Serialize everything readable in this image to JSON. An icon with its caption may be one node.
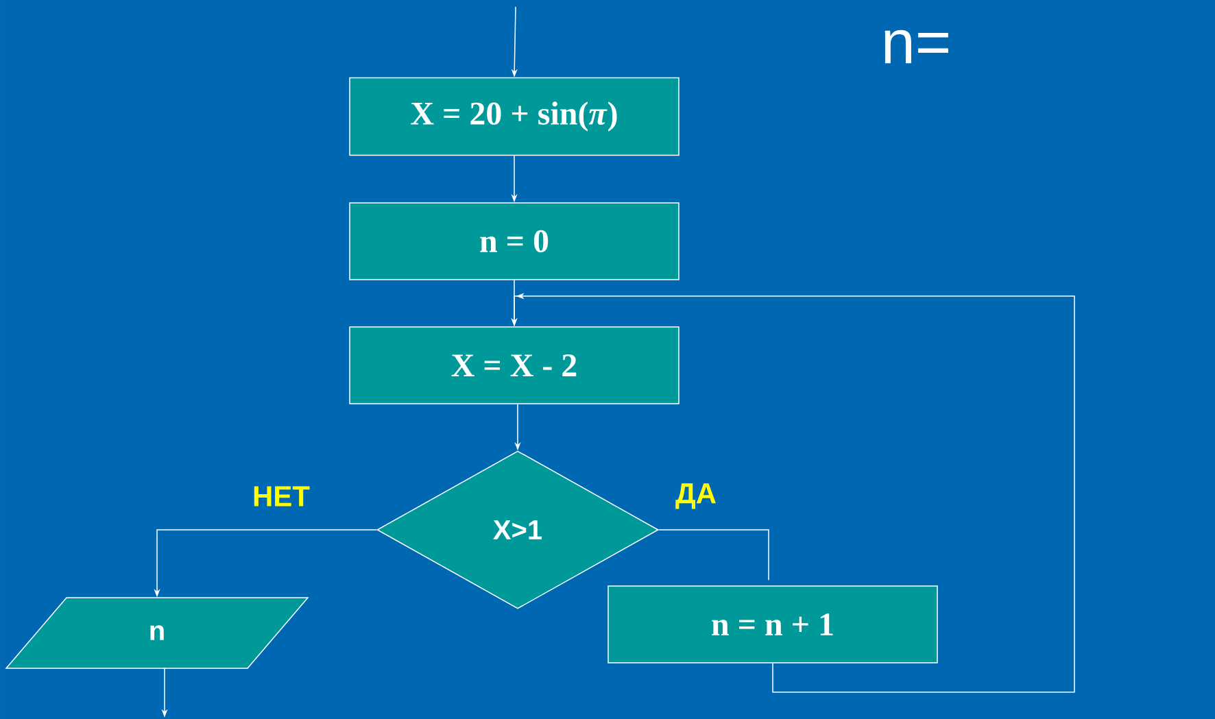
{
  "diagram": {
    "nodes": [
      {
        "text": [
          "X = 20 + sin(*π*)"
        ]
      },
      {
        "text": [
          "n = 0"
        ]
      },
      {
        "text": [
          "X = X - 2"
        ]
      },
      {
        "text": [
          "X>1"
        ]
      },
      {
        "text": [
          "n"
        ]
      },
      {
        "text": [
          "n = n + 1"
        ]
      }
    ],
    "edges": [
      {
        "from": null,
        "to": 0,
        "arrow": "to"
      },
      {
        "from": 0,
        "to": 1,
        "arrow": "to"
      },
      {
        "from": 1,
        "to": 2,
        "arrow": "to"
      },
      {
        "from": 2,
        "to": 3,
        "arrow": "to"
      },
      {
        "from": 3,
        "to": 4,
        "arrow": "to",
        "label": "НЕТ"
      },
      {
        "from": 3,
        "to": 5,
        "arrow": "none",
        "label": "ДА"
      },
      {
        "from": 5,
        "to": 2,
        "arrow": "to"
      },
      {
        "from": 4,
        "to": null,
        "arrow": "to"
      }
    ],
    "labels": [
      "n="
    ]
  }
}
